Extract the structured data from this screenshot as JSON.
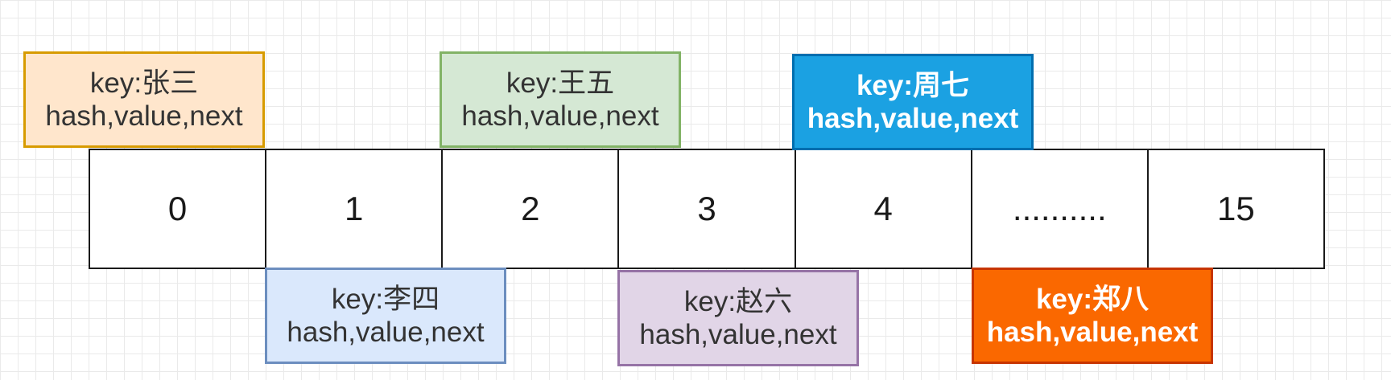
{
  "array": {
    "cells": [
      "0",
      "1",
      "2",
      "3",
      "4",
      "..........",
      "15"
    ]
  },
  "nodes": [
    {
      "key": "key:张三",
      "fields": "hash,value,next",
      "fill": "#ffe6cc",
      "stroke": "#d79b00",
      "text_color": "#333333",
      "bold": false
    },
    {
      "key": "key:王五",
      "fields": "hash,value,next",
      "fill": "#d5e8d4",
      "stroke": "#82b366",
      "text_color": "#333333",
      "bold": false
    },
    {
      "key": "key:周七",
      "fields": "hash,value,next",
      "fill": "#1ba1e2",
      "stroke": "#006eaf",
      "text_color": "#ffffff",
      "bold": true
    },
    {
      "key": "key:李四",
      "fields": "hash,value,next",
      "fill": "#dae8fc",
      "stroke": "#6c8ebf",
      "text_color": "#333333",
      "bold": false
    },
    {
      "key": "key:赵六",
      "fields": "hash,value,next",
      "fill": "#e1d5e7",
      "stroke": "#9673a6",
      "text_color": "#333333",
      "bold": false
    },
    {
      "key": "key:郑八",
      "fields": "hash,value,next",
      "fill": "#fa6800",
      "stroke": "#c73500",
      "text_color": "#ffffff",
      "bold": true
    }
  ]
}
